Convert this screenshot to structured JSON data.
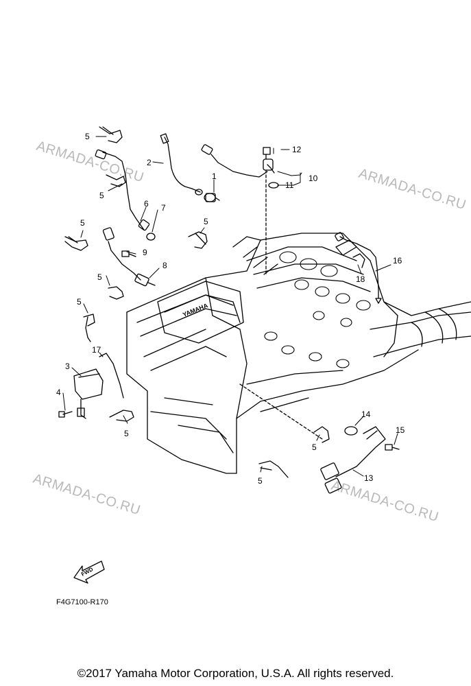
{
  "watermark": "ARMADA-CO.RU",
  "callouts": {
    "c1": "1",
    "c2": "2",
    "c3": "3",
    "c4": "4",
    "c5a": "5",
    "c5b": "5",
    "c5c": "5",
    "c5d": "5",
    "c5e": "5",
    "c5f": "5",
    "c5g": "5",
    "c5h": "5",
    "c5i": "5",
    "c6": "6",
    "c7": "7",
    "c8": "8",
    "c9": "9",
    "c10": "10",
    "c11": "11",
    "c12": "12",
    "c13": "13",
    "c14": "14",
    "c15": "15",
    "c16": "16",
    "c17": "17",
    "c18": "18"
  },
  "direction_arrow": "FWD",
  "diagram_code": "F4G7100-R170",
  "copyright": "©2017 Yamaha Motor Corporation, U.S.A. All rights reserved.",
  "engine_emblem": "YAMAHA"
}
